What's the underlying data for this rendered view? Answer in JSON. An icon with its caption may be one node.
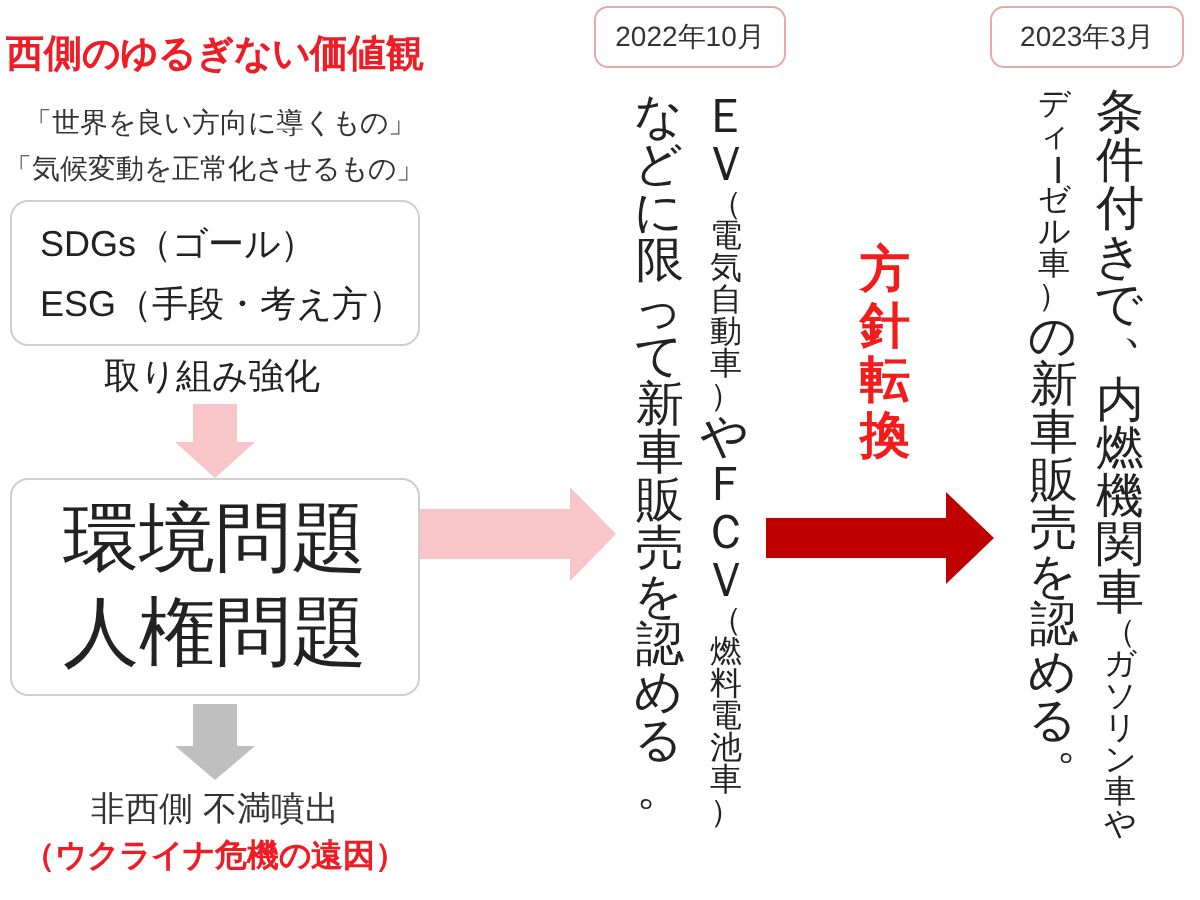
{
  "diagram": {
    "nodes": [
      {
        "text": [
          "SDGs（ゴール）",
          "ESG（手段・考え方）"
        ]
      },
      {
        "text": [
          "環境問題",
          "人権問題"
        ]
      },
      {
        "text": [
          "非西側 不満噴出",
          "（ウクライナ危機の遠因）"
        ]
      },
      {
        "text": [
          "2022年10月"
        ]
      },
      {
        "text": [
          "ＥＶ（電気自動車）やＦＣＶ（燃料電池車）などに限って新車販売を認める。"
        ]
      },
      {
        "text": [
          "2023年3月"
        ]
      },
      {
        "text": [
          "条件付きで、内燃機関車（ガソリン車やディーゼル車）の新車販売を認める。"
        ]
      }
    ],
    "edges": [
      {
        "from": 0,
        "to": 1,
        "arrow": "to",
        "label": "取り組み強化"
      },
      {
        "from": 1,
        "to": 2,
        "arrow": "to",
        "color": "#bfbfbf"
      },
      {
        "from": 1,
        "to": 4,
        "arrow": "to"
      },
      {
        "from": 4,
        "to": 6,
        "arrow": "to",
        "label": "方針転換",
        "color": "#c00000"
      }
    ],
    "labels": [
      "西側のゆるぎない価値観",
      "「世界を良い方向に導くもの」",
      "「気候変動を正常化させるもの」"
    ]
  }
}
